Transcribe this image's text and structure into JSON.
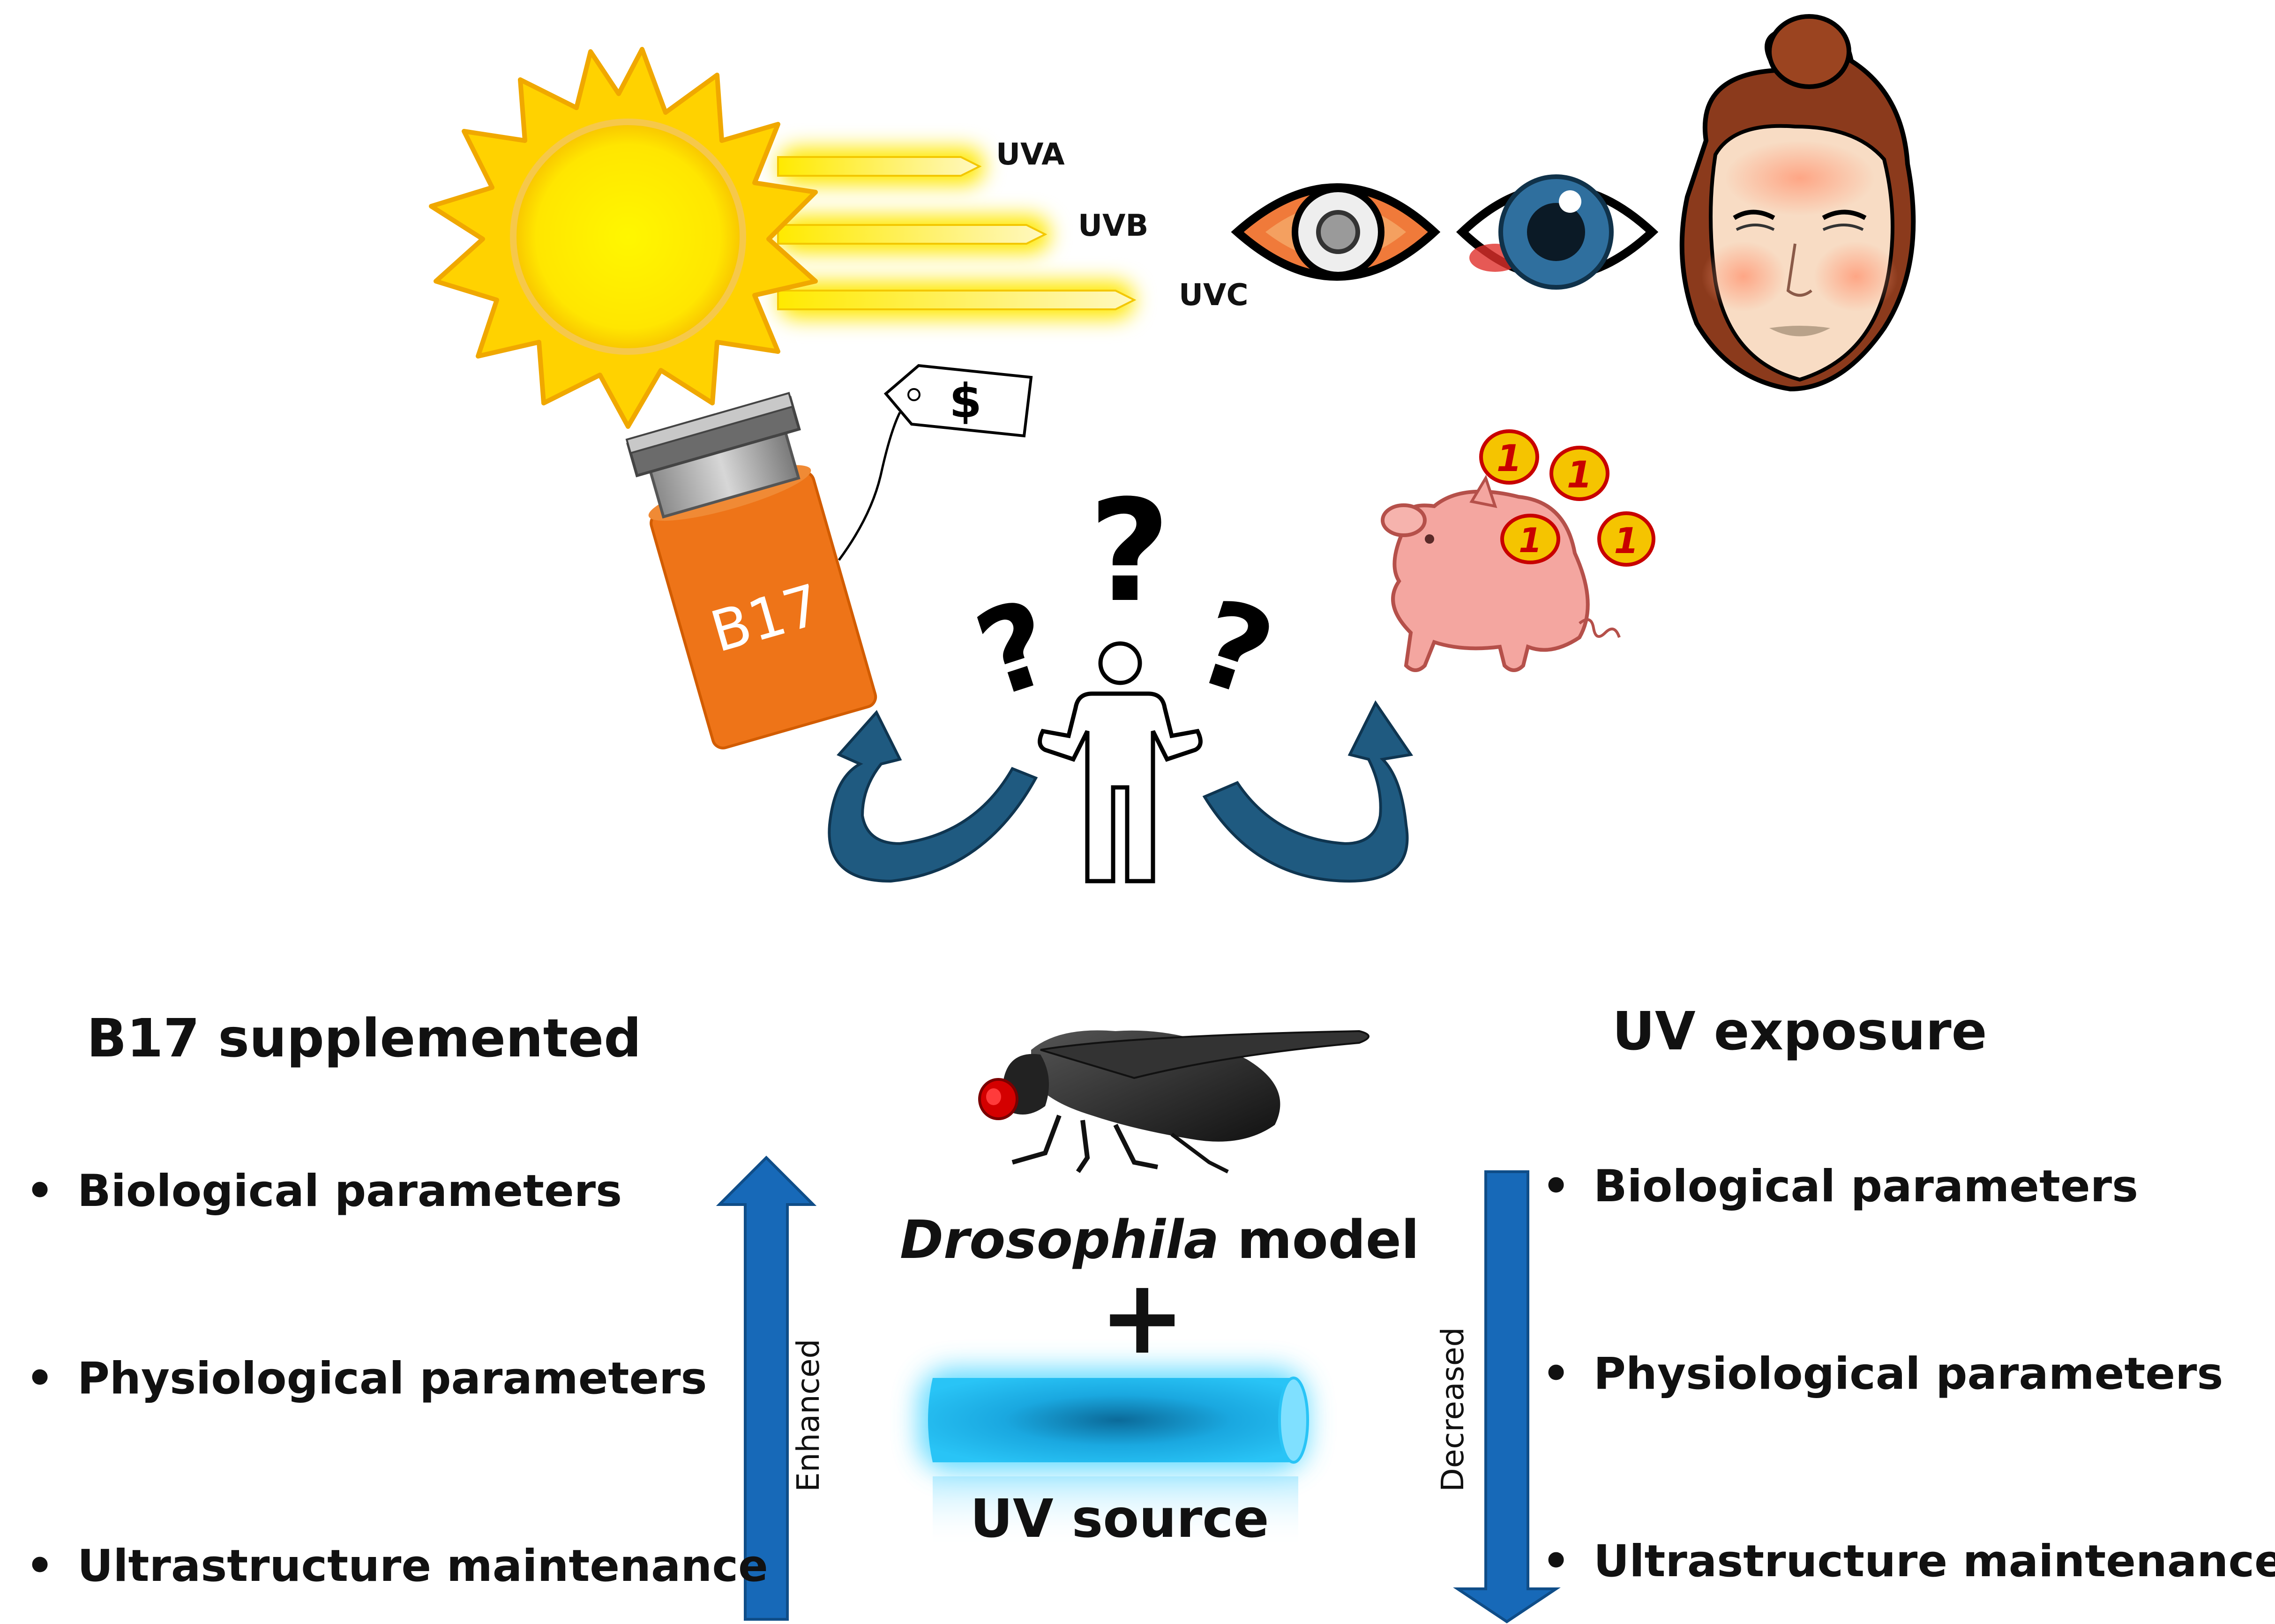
{
  "top": {
    "uv_labels": [
      "UVA",
      "UVB",
      "UVC"
    ],
    "bottle_label": "B17",
    "price_tag": "$",
    "coin_label": "1",
    "question_mark": "?"
  },
  "left_panel": {
    "heading": "B17 supplemented",
    "items": [
      "Biological parameters",
      "Physiological parameters",
      "Ultrastructure maintenance"
    ],
    "arrow_label": "Enhanced"
  },
  "right_panel": {
    "heading": "UV exposure",
    "items": [
      "Biological parameters",
      "Physiological parameters",
      "Ultrastructure maintenance"
    ],
    "arrow_label": "Decreased"
  },
  "center": {
    "model_italic": "Drosophila",
    "model_rest": " model",
    "plus": "+",
    "uv_source": "UV source"
  },
  "bullet": "•",
  "icons": [
    "sun-icon",
    "eye-icon",
    "face-icon",
    "bottle-icon",
    "piggy-bank-icon",
    "coin-icon",
    "person-icon",
    "curved-arrow-icon",
    "fly-icon",
    "uv-lamp-icon"
  ],
  "colors": {
    "arrow_blue": "#1f5a80",
    "list_arrow_blue": "#1769b8",
    "bottle_orange": "#ee7418",
    "sun_yellow": "#ffd400",
    "uv_lamp_cyan": "#12b8f0",
    "piggy_pink": "#f4a6a0",
    "coin_gold": "#f5c400"
  }
}
